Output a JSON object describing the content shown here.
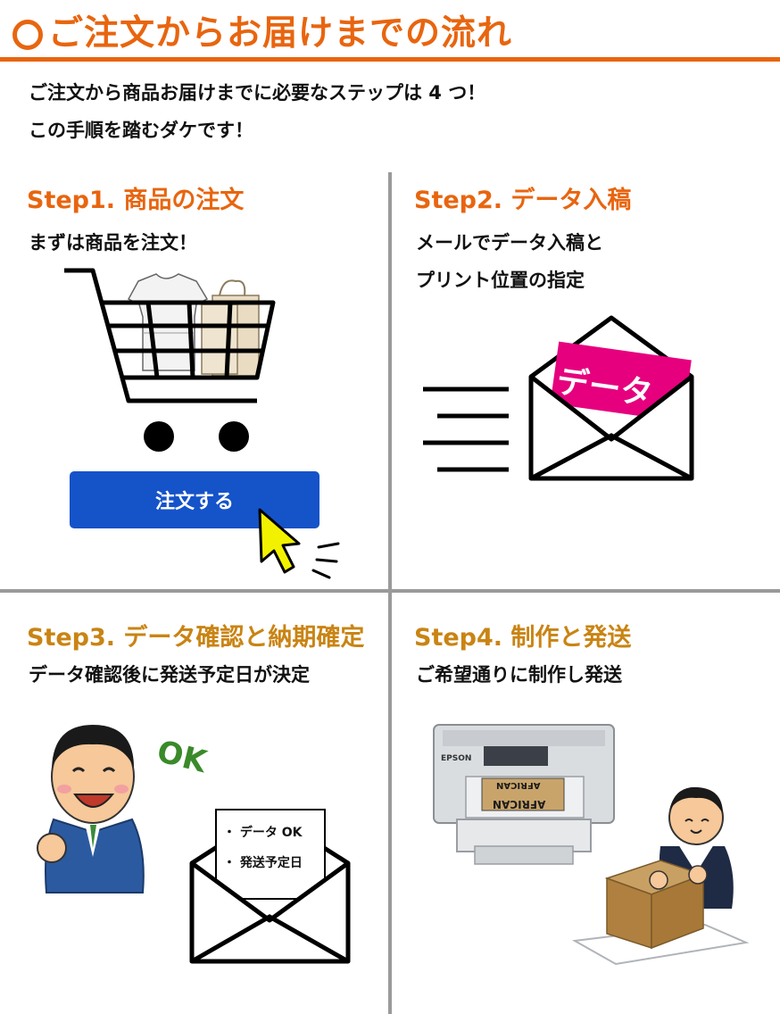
{
  "header": {
    "title": "ご注文からお届けまでの流れ",
    "intro_line1": "ご注文から商品お届けまでに必要なステップは 4 つ！",
    "intro_line2": "この手順を踏むダケです！"
  },
  "steps": [
    {
      "heading": "Step1. 商品の注文",
      "text1": "まずは商品を注文！",
      "button_label": "注文する"
    },
    {
      "heading": "Step2. データ入稿",
      "text1": "メールでデータ入稿と",
      "text2": "プリント位置の指定",
      "card_label": "データ"
    },
    {
      "heading": "Step3. データ確認と納期確定",
      "text1": "データ確認後に発送予定日が決定",
      "ok_label": "OK",
      "note_items": [
        "・ データ OK",
        "・ 発送予定日"
      ]
    },
    {
      "heading": "Step4. 制作と発送",
      "text1": "ご希望通りに制作し発送",
      "printer_brand": "EPSON",
      "print_text_top": "AFRICAN",
      "print_text_bottom": "AFRICAN"
    }
  ],
  "colors": {
    "accent": "#e8650f",
    "accent_dark": "#c98413",
    "button": "#1553c9",
    "magenta": "#e6007e",
    "cursor": "#f2f200"
  }
}
